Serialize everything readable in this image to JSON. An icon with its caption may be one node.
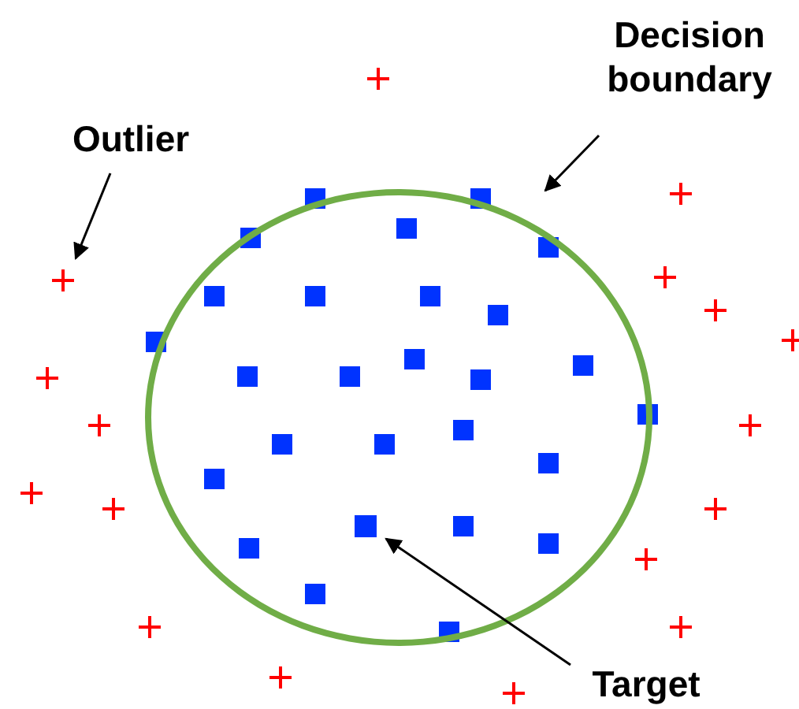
{
  "diagram": {
    "nodes": [
      {
        "text": [
          "Outlier"
        ]
      },
      {
        "text": [
          "Decision boundary"
        ]
      },
      {
        "text": [],
        "shape": "plus"
      },
      {
        "text": [],
        "shape": "circle"
      },
      {
        "text": [],
        "shape": "box",
        "in": 3
      },
      {
        "text": [
          "Target"
        ]
      }
    ],
    "edges": [
      {
        "from": 0,
        "to": 2,
        "arrow": "to"
      },
      {
        "from": 1,
        "to": 3,
        "arrow": "to"
      },
      {
        "from": 5,
        "to": 4,
        "arrow": "to"
      }
    ]
  }
}
